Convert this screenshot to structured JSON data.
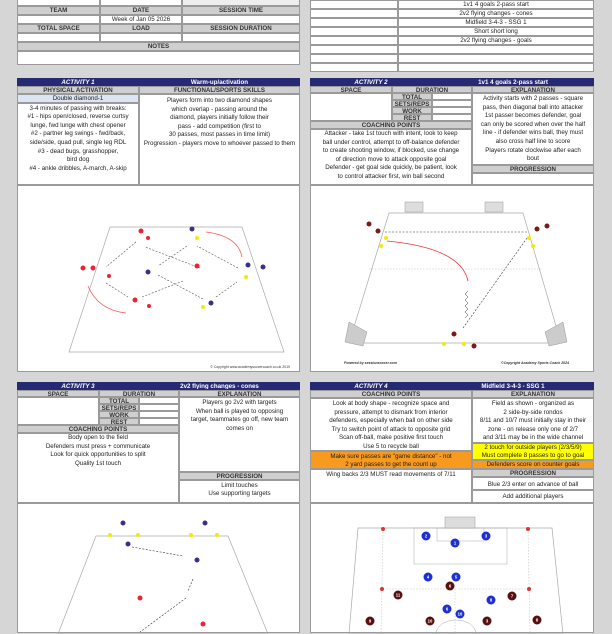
{
  "header": {
    "team_label": "TEAM",
    "date_label": "DATE",
    "session_time_label": "SESSION TIME",
    "date_value": "Week of Jan 05 2026",
    "total_space_label": "TOTAL SPACE",
    "load_label": "LOAD",
    "session_duration_label": "SESSION DURATION",
    "notes_label": "NOTES"
  },
  "activity_list": [
    "1v1 4 goals 2-pass start",
    "2v2 flying changes - cones",
    "Midfield 3-4-3 - SSG 1",
    "Short short long",
    "2v2 flying changes - goals"
  ],
  "activity1": {
    "label": "ACTIVITY 1",
    "title": "Warm-up/activation",
    "physical_label": "PHYSICAL ACTIVATION",
    "functional_label": "FUNCTIONAL/SPORTS SKILLS",
    "drill_name": "Double diamond-1",
    "physical_text": "3-4 minutes of passing with breaks:\n#1 - hips open/closed, reverse curtsy\nlunge, fwd lunge with chest opener\n#2 - partner leg swings - fwd/back,\nside/side, quad pull, single leg RDL\n#3 - dead bugs, grasshopper,\nbird dog\n#4 - ankle dribbles, A-march, A-skip",
    "functional_text": "Players form into two diamond shapes\nwhich overlap - passing around the\ndiamond, players initially follow their\npass - add competition (first to\n30 passes, most passes in time limit)\nProgression - players move to whoever passed to them",
    "diagram_credit": "© Copyright www.academysoccercoach.co.uk 2019"
  },
  "activity2": {
    "label": "ACTIVITY 2",
    "title": "1v1 4 goals 2-pass start",
    "space_label": "SPACE",
    "duration_label": "DURATION",
    "explanation_label": "EXPLANATION",
    "total_label": "TOTAL",
    "sets_label": "SETS/REPS",
    "work_label": "WORK",
    "rest_label": "REST",
    "coaching_label": "COACHING POINTS",
    "progression_label": "PROGRESSION",
    "explanation_text": "Activity starts with 2 passes - square\npass, then diagonal ball into attacker\n1st passer becomes defender, goal\ncan only be scored when over the half\nline - if defender wins ball, they must\nalso cross half line to score\nPlayers rotate clockwise after each\nbout",
    "coaching_text": "Attacker - take 1st touch with intent, look to keep\nball under control, attempt to off-balance defender\nto create shooting window, if blocked, use change\nof direction move to attack opposite goal\nDefender - get goal side quickly, be patient, look\nto control attacker first, win ball second",
    "credit_left": "Powered by sessionsoccer.com",
    "credit_right": "©Copyright Academy Sports Coach 2024"
  },
  "activity3": {
    "label": "ACTIVITY 3",
    "title": "2v2 flying changes - cones",
    "space_label": "SPACE",
    "duration_label": "DURATION",
    "explanation_label": "EXPLANATION",
    "total_label": "TOTAL",
    "sets_label": "SETS/REPS",
    "work_label": "WORK",
    "rest_label": "REST",
    "coaching_label": "COACHING POINTS",
    "progression_label": "PROGRESSION",
    "explanation_text": "Players go 2v2 with targets\nWhen ball is played to opposing\ntarget, teammates go off, new team\ncomes on",
    "coaching_text": "Body open to the field\nDefenders must press + communicate\nLook for quick opportunities to split\nQuality 1st touch",
    "progression_items": [
      "Limit touches",
      "Use supporting targets"
    ]
  },
  "activity4": {
    "label": "ACTIVITY 4",
    "title": "Midfield 3-4-3 - SSG 1",
    "coaching_label": "COACHING POINTS",
    "explanation_label": "EXPLANATION",
    "progression_label": "PROGRESSION",
    "coaching_text": "Look at body shape - recognize space and\npressure, attempt to dismark from interior\ndefenders, especially when ball on other side\nTry to switch point of attack to opposite grid\nScan off-ball, make positive first touch\nUse 5 to recycle ball",
    "coaching_highlight": "Make sure passes are \"game distance\" - not\n2 yard passes to get the count up",
    "coaching_last": "Wing backs 2/3 MUST read movements of 7/11",
    "explanation_text": "Field as shown - organized as\n2 side-by-side rondos\n8/11 and 10/7 must initially stay in their\nzone - on release only one of 2/7\nand 3/11 may be in the wide channel",
    "explanation_yellow": "2 touch for outside players (2/3/5/9)\nMust complete 8 passes to go to goal",
    "explanation_orange": "Defenders score on counter goals",
    "progression_items": [
      "Blue 2/3 enter on advance of ball",
      "Add additional players"
    ],
    "blue_numbers": [
      "1",
      "2",
      "3",
      "4",
      "5",
      "6",
      "8",
      "10"
    ],
    "red_numbers": [
      "6",
      "11",
      "7",
      "9",
      "8",
      "10",
      "3"
    ]
  },
  "colors": {
    "header_navy": "#252a73",
    "highlight_orange": "#f79a1d",
    "highlight_yellow": "#ffff00",
    "drill_blue": "#dbe5f3"
  }
}
